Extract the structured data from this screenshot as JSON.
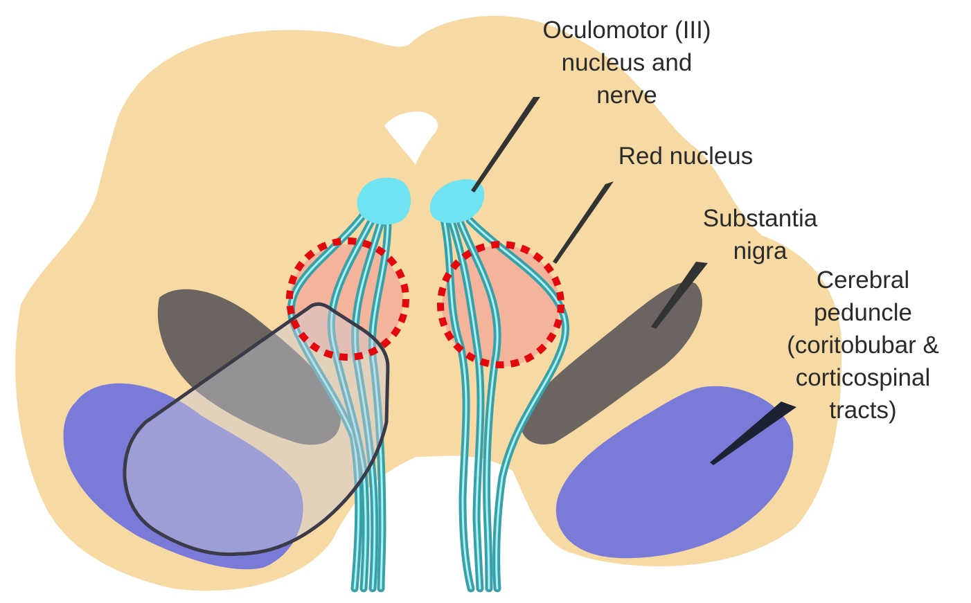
{
  "labels": {
    "oculomotor": [
      "Oculomotor (III)",
      "nucleus and",
      "nerve"
    ],
    "red_nucleus": [
      "Red nucleus"
    ],
    "substantia_nigra": [
      "Substantia",
      "nigra"
    ],
    "cerebral_peduncle": [
      "Cerebral",
      "peduncle",
      "(coritobubar &",
      "corticospinal",
      "tracts)"
    ]
  },
  "colors": {
    "midbrain": "#f7d9a4",
    "oculomotor_nucleus": "#6fe3f2",
    "oculomotor_nerve": "#3aa0a8",
    "nerve_core": "#a9f2f6",
    "red_nucleus": "#f4b49c",
    "substantia_nigra": "#6b6460",
    "cerebral_peduncle": "#7a7ad8",
    "lesion_outline": "#3a3a48",
    "highlight_circle": "#e3080d",
    "pointer": "#333333"
  }
}
